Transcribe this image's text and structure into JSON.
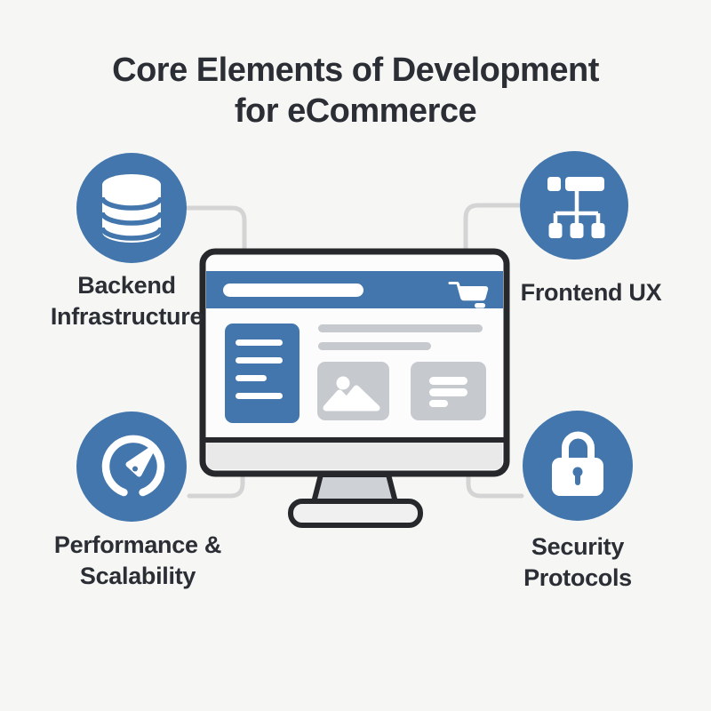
{
  "title": {
    "line1": "Core Elements of Development",
    "line2": "for eCommerce"
  },
  "nodes": [
    {
      "id": "backend-infrastructure",
      "icon": "database-icon",
      "label_line1": "Backend",
      "label_line2": "Infrastructure",
      "position": "top-left"
    },
    {
      "id": "frontend-ux",
      "icon": "sitemap-icon",
      "label_line1": "Frontend UX",
      "label_line2": "",
      "position": "top-right"
    },
    {
      "id": "performance-scalability",
      "icon": "gauge-icon",
      "label_line1": "Performance &",
      "label_line2": "Scalability",
      "position": "bottom-left"
    },
    {
      "id": "security-protocols",
      "icon": "lock-icon",
      "label_line1": "Security",
      "label_line2": "Protocols",
      "position": "bottom-right"
    }
  ],
  "monitor_mockup": {
    "elements": [
      "browser-header-bar",
      "search-bar",
      "cart-icon",
      "sidebar-nav",
      "heading-lines",
      "image-card",
      "text-card",
      "monitor-stand",
      "monitor-base"
    ]
  },
  "colors": {
    "accent": "#4276ad",
    "outline": "#26282c",
    "connector": "#d4d4d4",
    "element_gray": "#c6c9ce",
    "bezel_gray": "#e9e9e9",
    "stand_gray": "#ced1d5",
    "base_gray": "#f0f0f0",
    "background": "#f6f7f5",
    "text": "#2b2e34",
    "white": "#ffffff"
  }
}
